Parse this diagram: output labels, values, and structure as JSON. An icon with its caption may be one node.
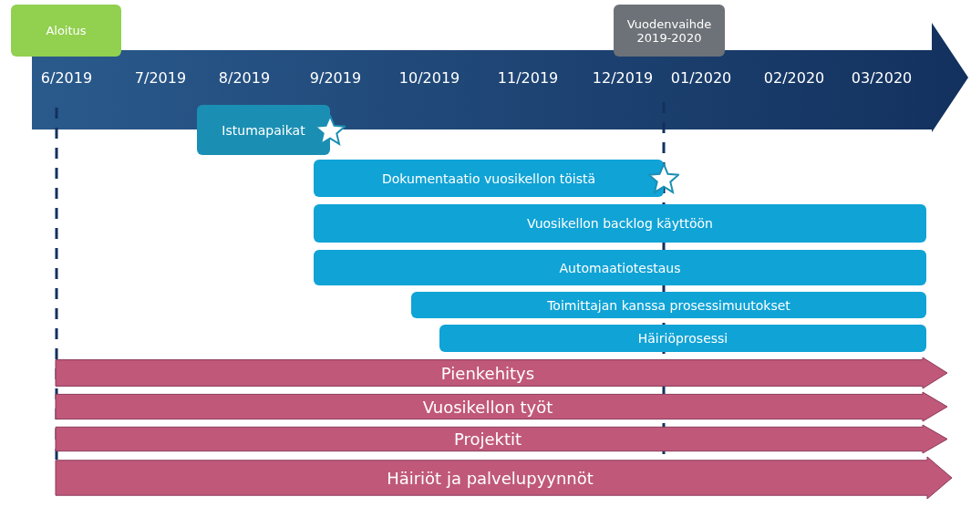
{
  "diagram": {
    "nodes": [
      {
        "text": [
          "Aloitus"
        ]
      },
      {
        "text": [
          "Vuodenvaihde 2019-2020"
        ]
      },
      {
        "text": [
          "Istumapaikat"
        ]
      },
      {
        "text": [
          "Dokumentaatio vuosikellon töistä"
        ]
      },
      {
        "text": [
          "Vuosikellon backlog käyttöön"
        ]
      },
      {
        "text": [
          "Automaatiotestaus"
        ]
      },
      {
        "text": [
          "Toimittajan kanssa prosessimuutokset"
        ]
      },
      {
        "text": [
          "Häiriöprosessi"
        ]
      },
      {
        "text": [
          "Pienkehitys"
        ]
      },
      {
        "text": [
          "Vuosikellon työt"
        ]
      },
      {
        "text": [
          "Projektit"
        ]
      },
      {
        "text": [
          "Häiriöt ja palvelupyynnöt"
        ]
      }
    ],
    "labels": [
      "6/2019",
      "7/2019",
      "8/2019",
      "9/2019",
      "10/2019",
      "11/2019",
      "12/2019",
      "01/2020",
      "02/2020",
      "03/2020"
    ]
  }
}
